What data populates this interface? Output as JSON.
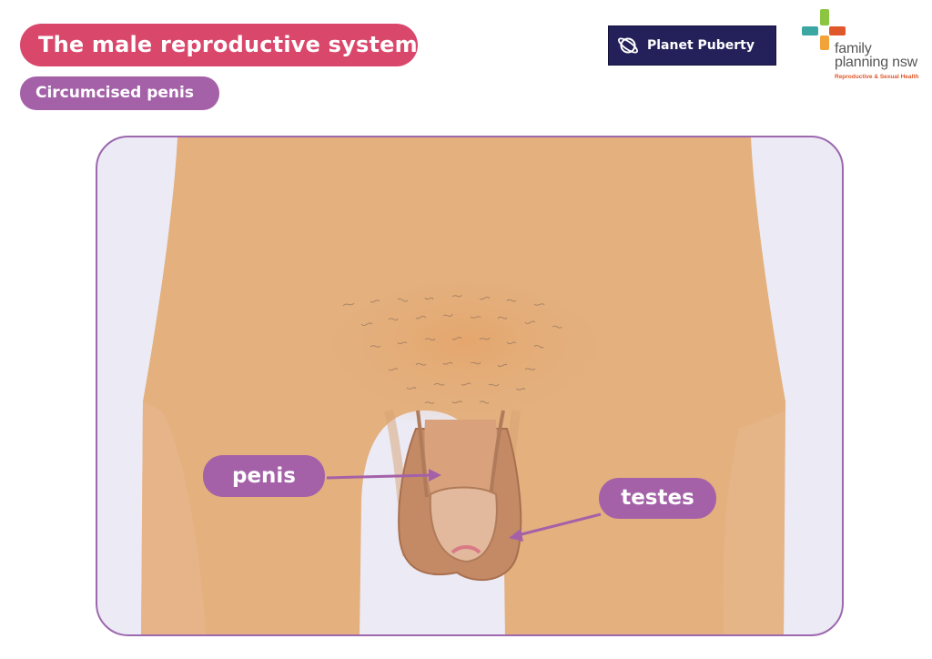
{
  "header": {
    "title": "The male reproductive system",
    "subtitle": "Circumcised penis"
  },
  "logos": {
    "planet_puberty": {
      "text": "Planet Puberty",
      "bg_color": "#24215a"
    },
    "family_planning": {
      "line1": "family",
      "line2": "planning nsw",
      "tagline": "Reproductive & Sexual Health",
      "cross_colors": [
        "#8cc641",
        "#e0572b",
        "#3aa7a0",
        "#f2a33a"
      ]
    }
  },
  "diagram": {
    "labels": [
      {
        "id": "penis",
        "text": "penis"
      },
      {
        "id": "testes",
        "text": "testes"
      }
    ],
    "colors": {
      "skin": "#e3b07e",
      "frame_border": "#9d68ae",
      "frame_bg": "#ebeaf5",
      "label_pill": "#a461a8",
      "scrotum": "#c48a66"
    }
  }
}
